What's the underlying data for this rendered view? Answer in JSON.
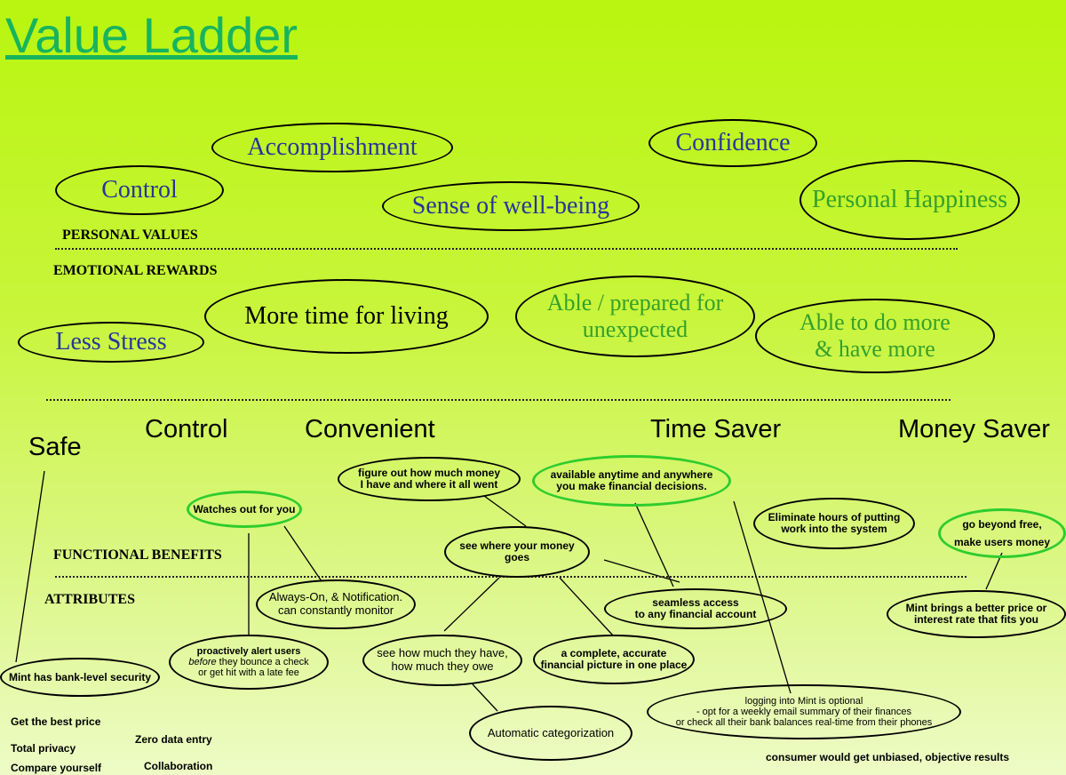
{
  "title": "Value Ladder",
  "sections": {
    "personal_values": "PERSONAL VALUES",
    "emotional_rewards": "EMOTIONAL REWARDS",
    "functional_benefits": "FUNCTIONAL BENEFITS",
    "attributes": "ATTRIBUTES"
  },
  "personal_values": {
    "control": "Control",
    "accomplishment": "Accomplishment",
    "wellbeing": "Sense of well-being",
    "confidence": "Confidence",
    "happiness": "Personal Happiness"
  },
  "emotional": {
    "less_stress": "Less Stress",
    "more_time": "More time for living",
    "prepared_1": "Able / prepared for",
    "prepared_2": "unexpected",
    "do_more_1": "Able to do more",
    "do_more_2": "& have more"
  },
  "headings": {
    "safe": "Safe",
    "control": "Control",
    "convenient": "Convenient",
    "time_saver": "Time Saver",
    "money_saver": "Money Saver"
  },
  "benefits": {
    "figure_out_1": "figure out how much money",
    "figure_out_2": "I have and where it all went",
    "available_1": "available anytime and anywhere",
    "available_2": "you make financial decisions.",
    "watches": "Watches out for you",
    "see_where": "see where your money goes",
    "eliminate_1": "Eliminate hours of putting",
    "eliminate_2": "work into the system",
    "beyond_1": "go beyond free,",
    "beyond_2": "make users money"
  },
  "attributes": {
    "always_on_1": "Always-On, & Notification.",
    "always_on_2": "can constantly monitor",
    "seamless_1": "seamless access",
    "seamless_2": "to any financial account",
    "better_price_1": "Mint brings a better price or",
    "better_price_2": "interest rate that fits you",
    "alert_1": "proactively alert users",
    "alert_2a": "before",
    "alert_2b": " they bounce a check",
    "alert_3": "or get hit with a late fee",
    "see_have_1": "see how much they have,",
    "see_have_2": "how much they owe",
    "complete_1": "a complete, accurate",
    "complete_2": "financial picture in one place",
    "bank_security": "Mint has bank-level security",
    "logging_1": "logging into Mint  is optional",
    "logging_2": "- opt for a weekly email summary of their finances",
    "logging_3": "or check all their bank balances real-time from their phones",
    "auto_cat": "Automatic categorization"
  },
  "footer": {
    "best_price": "Get the best price",
    "privacy": "Total privacy",
    "compare": "Compare yourself",
    "zero_entry": "Zero data entry",
    "collab": "Collaboration",
    "unbiased": "consumer would get unbiased, objective results"
  },
  "colors": {
    "title": "#17b45e",
    "blue_text": "#27369a",
    "green_text": "#34a02c",
    "green_ring": "#2ecc2e"
  }
}
